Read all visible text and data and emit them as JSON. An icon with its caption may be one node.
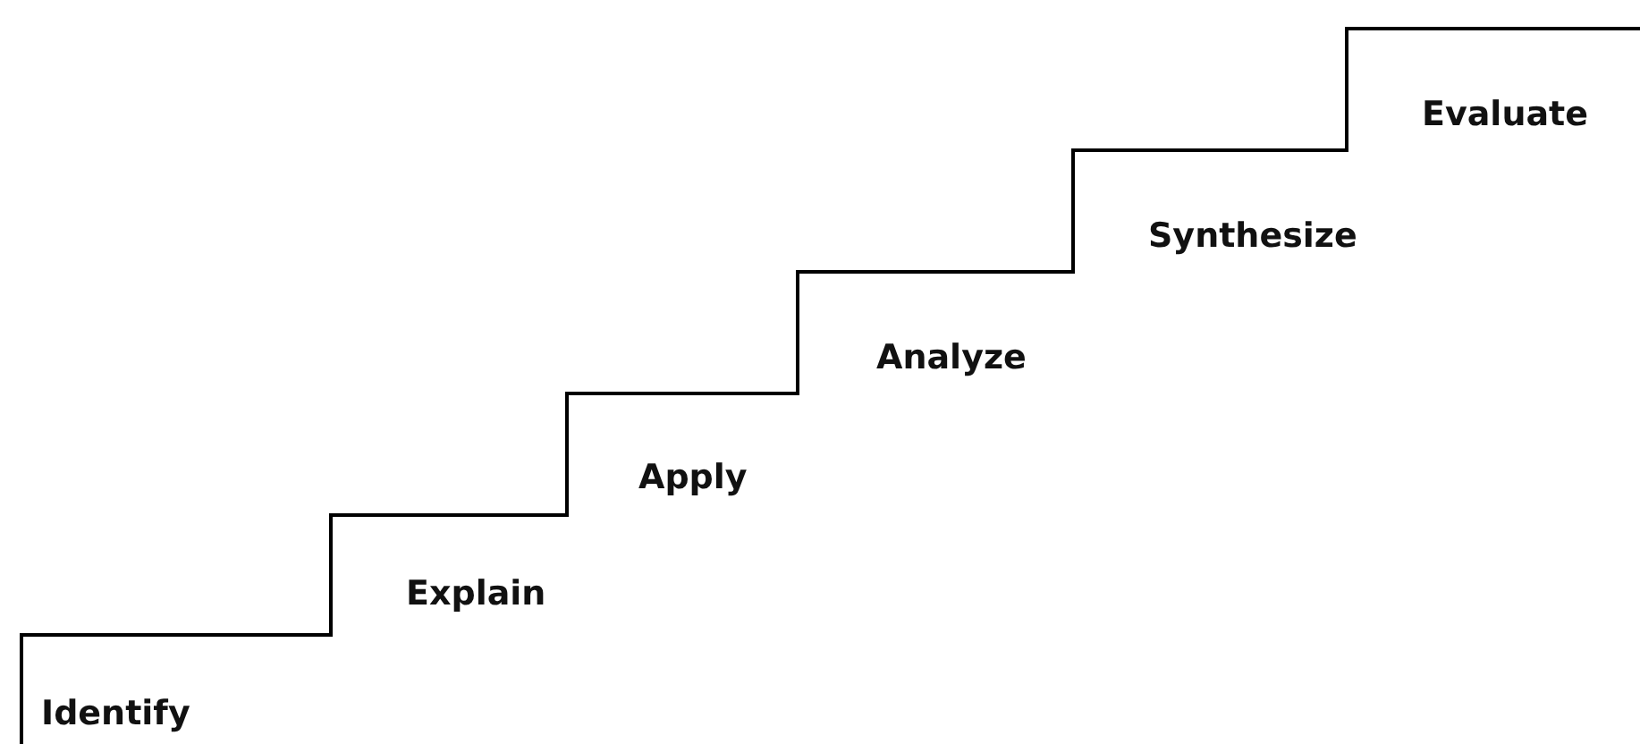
{
  "diagram": {
    "labels": [
      "Evaluate",
      "Synthesize",
      "Analyze",
      "Apply",
      "Explain",
      "Identify"
    ]
  }
}
